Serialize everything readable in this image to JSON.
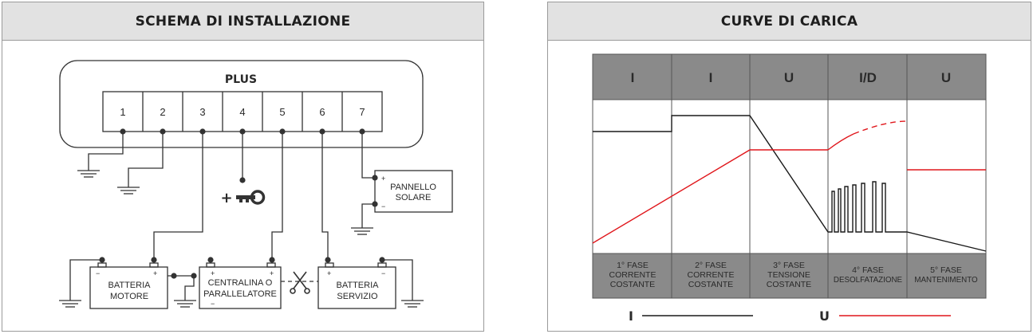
{
  "installation": {
    "title": "SCHEMA DI INSTALLAZIONE",
    "device_label": "PLUS",
    "terminals": [
      "1",
      "2",
      "3",
      "4",
      "5",
      "6",
      "7"
    ],
    "key_symbol": "+",
    "solar_panel": [
      "PANNELLO",
      "SOLARE"
    ],
    "engine_battery": [
      "BATTERIA",
      "MOTORE"
    ],
    "controller": [
      "CENTRALINA O",
      "PARALLELATORE"
    ],
    "service_battery": [
      "BATTERIA",
      "SERVIZIO"
    ],
    "plus": "+",
    "minus": "−"
  },
  "charge_curves": {
    "title": "CURVE DI CARICA",
    "phases": [
      {
        "code": "I",
        "lines": [
          "1° FASE",
          "CORRENTE",
          "COSTANTE"
        ]
      },
      {
        "code": "I",
        "lines": [
          "2° FASE",
          "CORRENTE",
          "COSTANTE"
        ]
      },
      {
        "code": "U",
        "lines": [
          "3° FASE",
          "TENSIONE",
          "COSTANTE"
        ]
      },
      {
        "code": "I/D",
        "lines": [
          "4° FASE",
          "DESOLFATAZIONE"
        ]
      },
      {
        "code": "U",
        "lines": [
          "5° FASE",
          "MANTENIMENTO"
        ]
      }
    ],
    "legend": [
      {
        "label": "I",
        "color": "#1a1a1a"
      },
      {
        "label": "U",
        "color": "#e0161b"
      }
    ]
  },
  "colors": {
    "current": "#1a1a1a",
    "voltage": "#e0161b",
    "header": "#e2e2e2",
    "phase_box": "#8a8a8a"
  }
}
